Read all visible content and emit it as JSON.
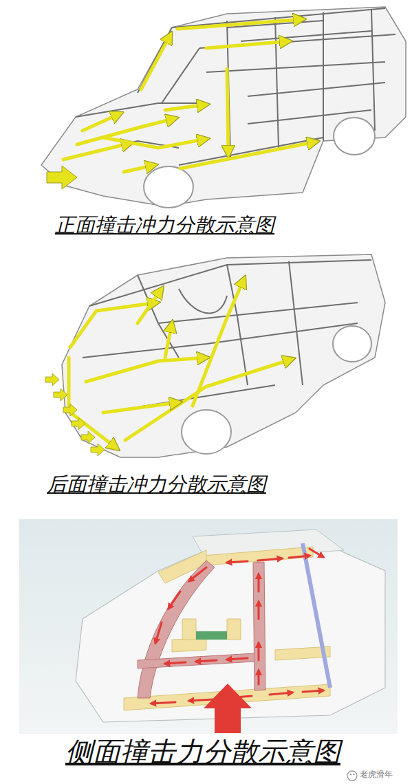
{
  "diagram": {
    "labels": [
      "正面撞击冲力分散示意图",
      "后面撞击冲力分散示意图",
      "侧面撞击力分散示意图",
      "老虎滑年"
    ]
  }
}
